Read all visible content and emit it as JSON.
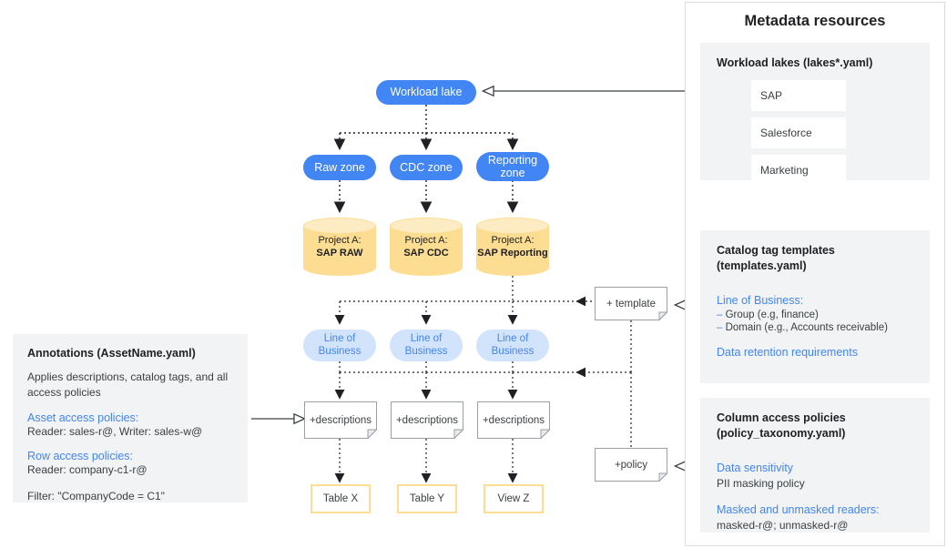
{
  "diagram": {
    "flow": {
      "workload_lake": "Workload lake",
      "zones": [
        "Raw zone",
        "CDC zone",
        "Reporting zone"
      ],
      "projects": [
        {
          "prefix": "Project A:",
          "name": "SAP RAW"
        },
        {
          "prefix": "Project A:",
          "name": "SAP CDC"
        },
        {
          "prefix": "Project A:",
          "name": "SAP Reporting"
        }
      ],
      "lob": [
        "Line of Business",
        "Line of Business",
        "Line of Business"
      ],
      "descriptions": [
        "+descriptions",
        "+descriptions",
        "+descriptions"
      ],
      "outputs": [
        "Table X",
        "Table Y",
        "View Z"
      ],
      "template_note": "+ template",
      "policy_note": "+policy"
    },
    "annotations": {
      "title": "Annotations (AssetName.yaml)",
      "intro": "Applies descriptions, catalog tags, and all access policies",
      "asset_policies_label": "Asset access policies:",
      "asset_policies_value": "Reader: sales-r@, Writer: sales-w@",
      "row_policies_label": "Row access policies:",
      "row_policies_value": "Reader: company-c1-r@",
      "filter": "Filter: \"CompanyCode = C1\""
    },
    "metadata": {
      "title": "Metadata resources",
      "lakes": {
        "heading": "Workload lakes (lakes*.yaml)",
        "items": [
          "SAP",
          "Salesforce",
          "Marketing"
        ]
      },
      "templates": {
        "heading_line1": "Catalog tag templates",
        "heading_line2": "(templates.yaml)",
        "lob_label": "Line of Business:",
        "lob_items": [
          "Group (e.g, finance)",
          "Domain (e.g., Accounts receivable)"
        ],
        "retention": "Data retention requirements"
      },
      "policies": {
        "heading_line1": "Column access policies",
        "heading_line2": "(policy_taxonomy.yaml)",
        "sensitivity_label": "Data sensitivity",
        "sensitivity_value": "PII masking policy",
        "readers_label": "Masked and unmasked readers:",
        "readers_value": "masked-r@; unmasked-r@"
      }
    },
    "colors": {
      "blue_pill": "#4285f4",
      "blue_light": "#d2e3fc",
      "yellow": "#fcdd92",
      "panel_gray": "#f1f3f4",
      "border_gray": "#dadce0",
      "text": "#202124"
    }
  }
}
